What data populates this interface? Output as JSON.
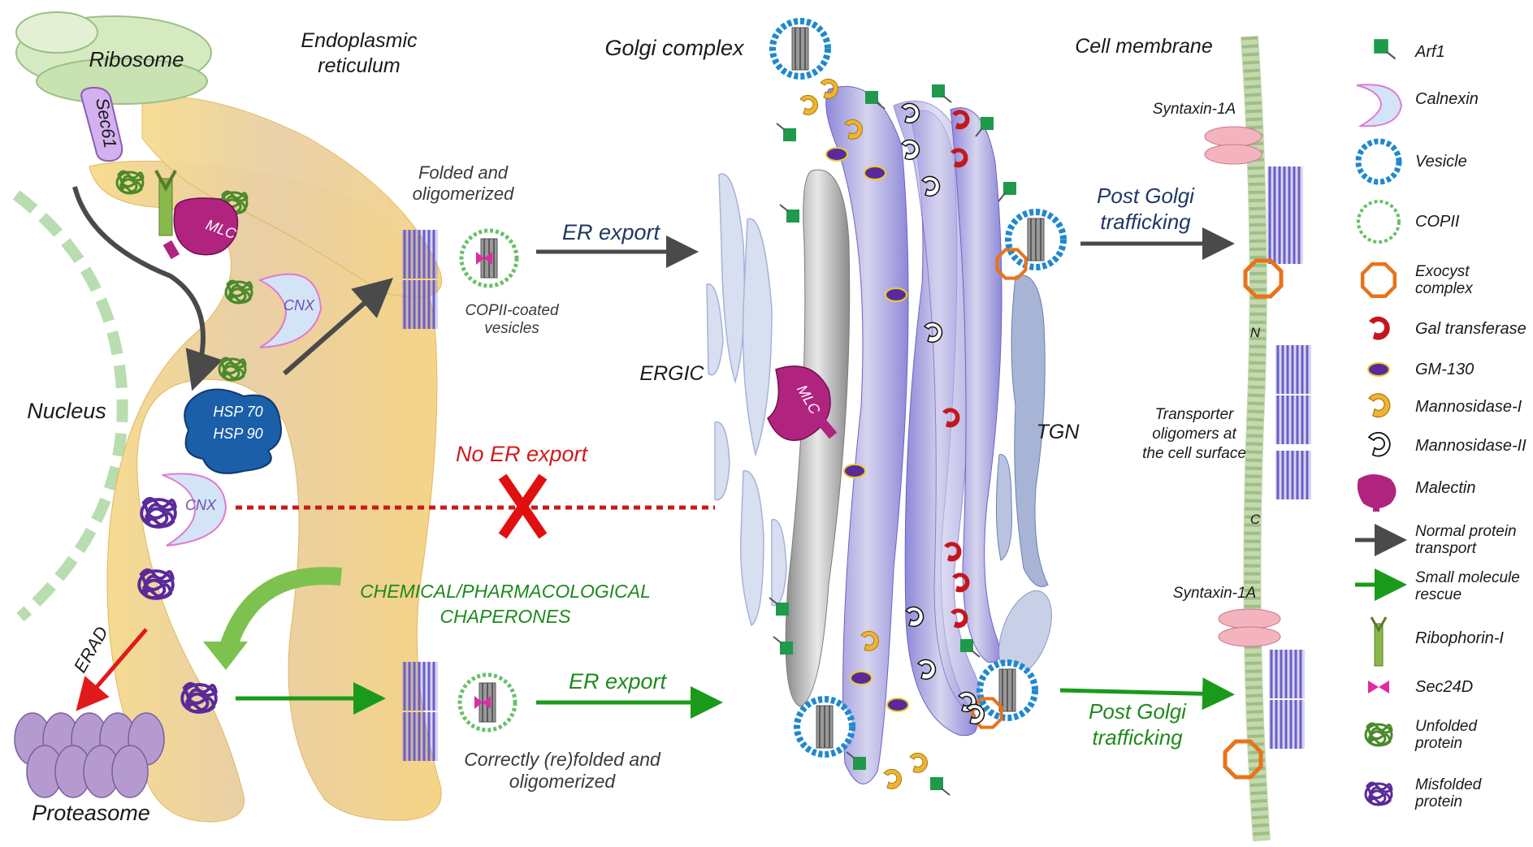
{
  "labels": {
    "ribosome": "Ribosome",
    "sec61": "Sec61",
    "er_line1": "Endoplasmic",
    "er_line2": "reticulum",
    "golgi": "Golgi complex",
    "cell_membrane": "Cell membrane",
    "nucleus": "Nucleus",
    "proteasome": "Proteasome",
    "erad": "ERAD",
    "mlc": "MLC",
    "cnx": "CNX",
    "hsp70": "HSP 70",
    "hsp90": "HSP 90",
    "folded_line1": "Folded and",
    "folded_line2": "oligomerized",
    "copii_line1": "COPII-coated",
    "copii_line2": "vesicles",
    "er_export_top": "ER export",
    "er_export_bottom": "ER export",
    "ergic": "ERGIC",
    "tgn": "TGN",
    "no_er_export": "No ER export",
    "chaperones_line1": "CHEMICAL/PHARMACOLOGICAL",
    "chaperones_line2": "CHAPERONES",
    "refolded_line1": "Correctly (re)folded and",
    "refolded_line2": "oligomerized",
    "post_golgi_top_line1": "Post Golgi",
    "post_golgi_top_line2": "trafficking",
    "post_golgi_bottom_line1": "Post Golgi",
    "post_golgi_bottom_line2": "trafficking",
    "syntaxin_top": "Syntaxin-1A",
    "syntaxin_bottom": "Syntaxin-1A",
    "transporter_line1": "Transporter",
    "transporter_line2": "oligomers at",
    "transporter_line3": "the cell surface",
    "n_term": "N",
    "c_term": "C"
  },
  "legend": [
    {
      "icon": "arf1-icon",
      "label": "Arf1"
    },
    {
      "icon": "calnexin-icon",
      "label": "Calnexin"
    },
    {
      "icon": "vesicle-icon",
      "label": "Vesicle"
    },
    {
      "icon": "copii-icon",
      "label": "COPII"
    },
    {
      "icon": "exocyst-icon",
      "label": "Exocyst",
      "label2": "complex"
    },
    {
      "icon": "gal-transferase-icon",
      "label": "Gal transferase"
    },
    {
      "icon": "gm130-icon",
      "label": "GM-130"
    },
    {
      "icon": "mannosidase-i-icon",
      "label": "Mannosidase-I"
    },
    {
      "icon": "mannosidase-ii-icon",
      "label": "Mannosidase-II"
    },
    {
      "icon": "malectin-icon",
      "label": "Malectin"
    },
    {
      "icon": "normal-transport-arrow-icon",
      "label": "Normal protein",
      "label2": "transport"
    },
    {
      "icon": "rescue-arrow-icon",
      "label": "Small molecule",
      "label2": "rescue"
    },
    {
      "icon": "ribophorin-icon",
      "label": "Ribophorin-I"
    },
    {
      "icon": "sec24d-icon",
      "label": "Sec24D"
    },
    {
      "icon": "unfolded-protein-icon",
      "label": "Unfolded",
      "label2": "protein"
    },
    {
      "icon": "misfolded-protein-icon",
      "label": "Misfolded",
      "label2": "protein"
    }
  ],
  "colors": {
    "er": "#f4d58a",
    "golgi": "#9d96df",
    "arrow_normal": "#4a4a4a",
    "arrow_rescue": "#1a9a1a",
    "erad_arrow": "#e01a1a",
    "unfolded": "#4a8a2a",
    "misfolded": "#5a2a9a",
    "mlc": "#b0247f",
    "vesicle": "#1e88d0",
    "copii": "#6bbf6b",
    "exocyst": "#e8731a",
    "arf1": "#1e9a4a",
    "gal": "#c4161c",
    "gm130": "#5a2a9a"
  }
}
